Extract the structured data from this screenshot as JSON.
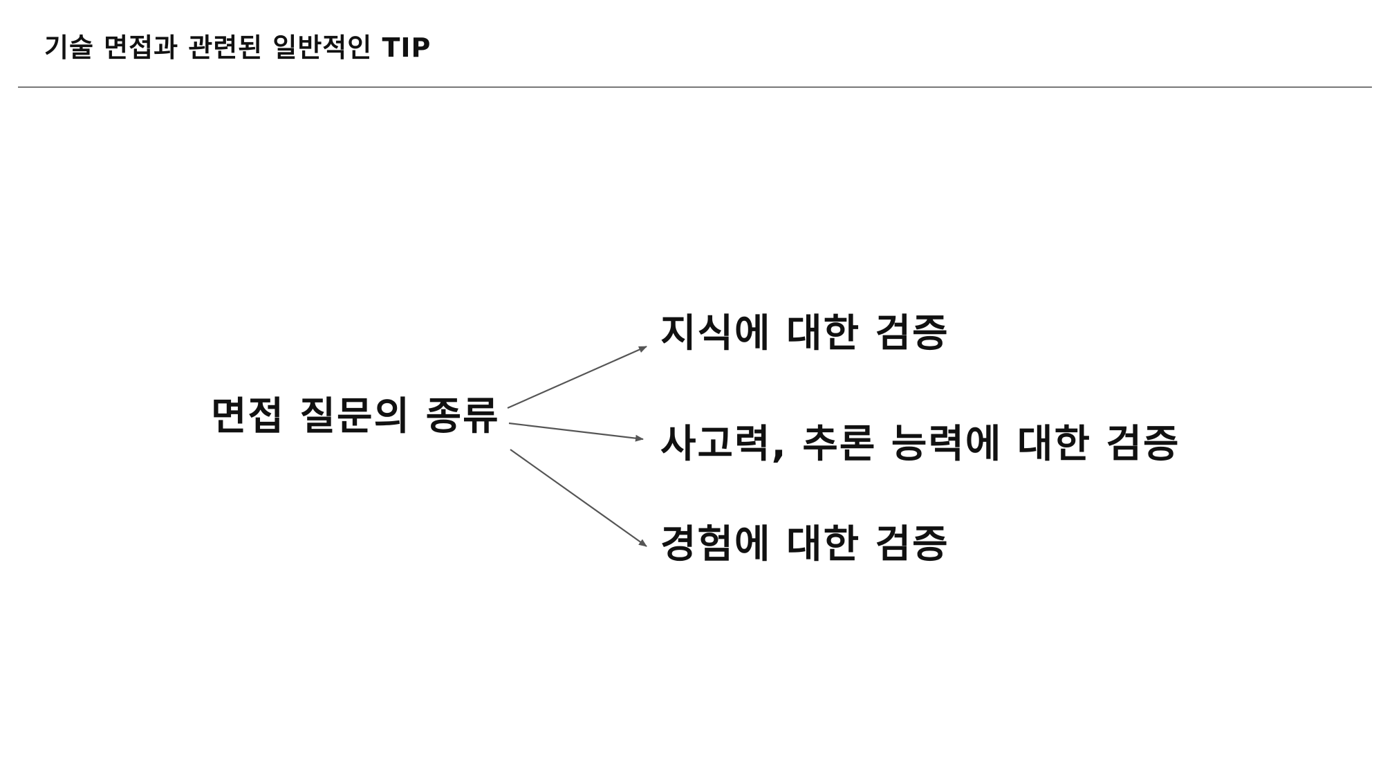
{
  "slide": {
    "title": "기술 면접과 관련된 일반적인 TIP"
  },
  "diagram": {
    "root": "면접 질문의 종류",
    "branches": [
      "지식에 대한 검증",
      "사고력, 추론 능력에 대한 검증",
      "경험에 대한 검증"
    ]
  },
  "colors": {
    "text": "#111111",
    "rule": "#777777",
    "arrow": "#555555"
  }
}
